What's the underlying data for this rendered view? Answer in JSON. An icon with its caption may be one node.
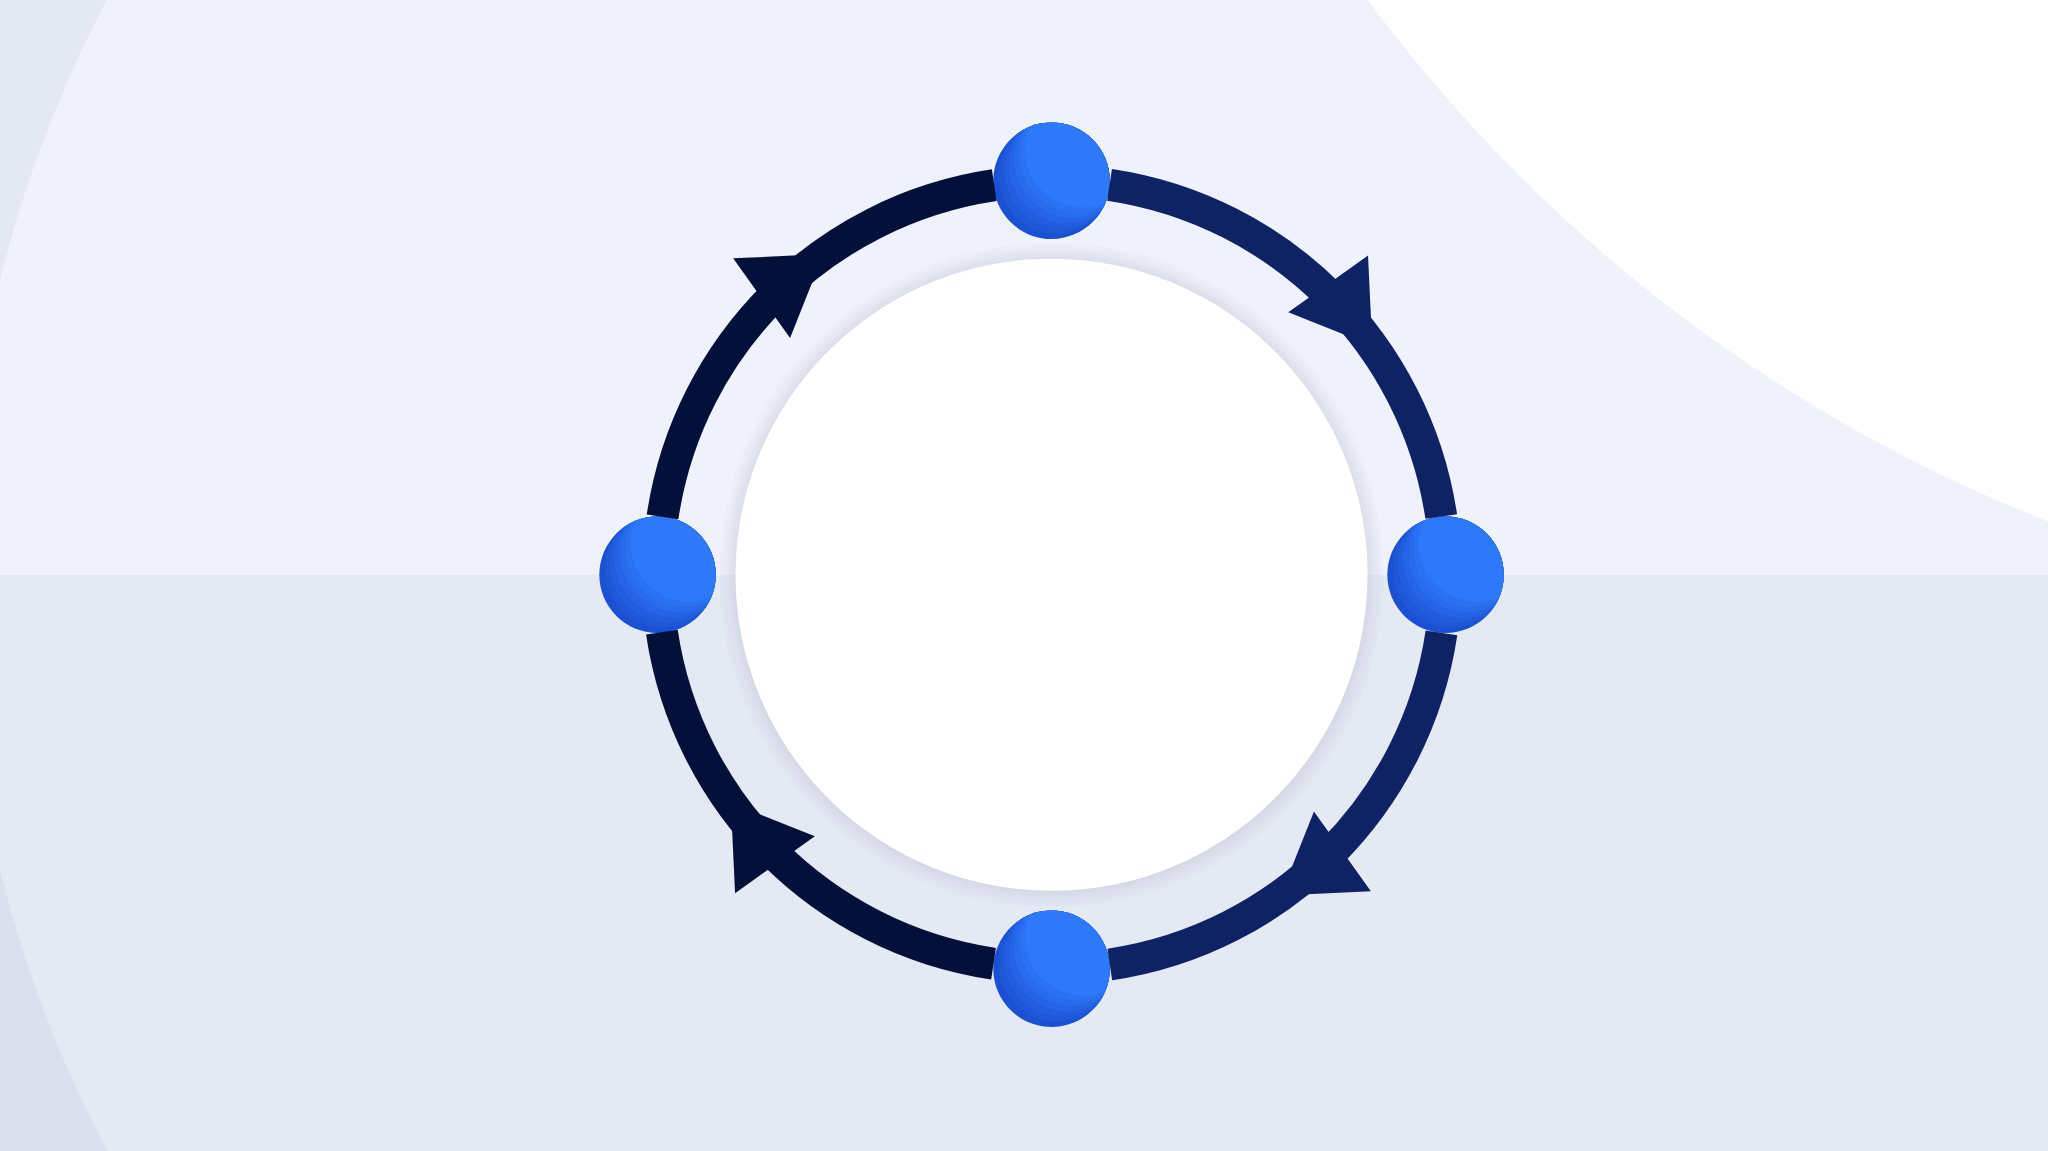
{
  "diagram": {
    "nodes": [
      {
        "text": [],
        "shape": "circle"
      },
      {
        "text": [],
        "shape": "circle"
      },
      {
        "text": [],
        "shape": "circle"
      },
      {
        "text": [],
        "shape": "circle"
      }
    ],
    "edges": [
      {
        "from": 0,
        "to": 2,
        "arrow": "to",
        "color": "#0f2264"
      },
      {
        "from": 2,
        "to": 3,
        "arrow": "to",
        "color": "#0f2264"
      },
      {
        "from": 3,
        "to": 1,
        "arrow": "to"
      },
      {
        "from": 1,
        "to": 0,
        "arrow": "to"
      }
    ]
  }
}
